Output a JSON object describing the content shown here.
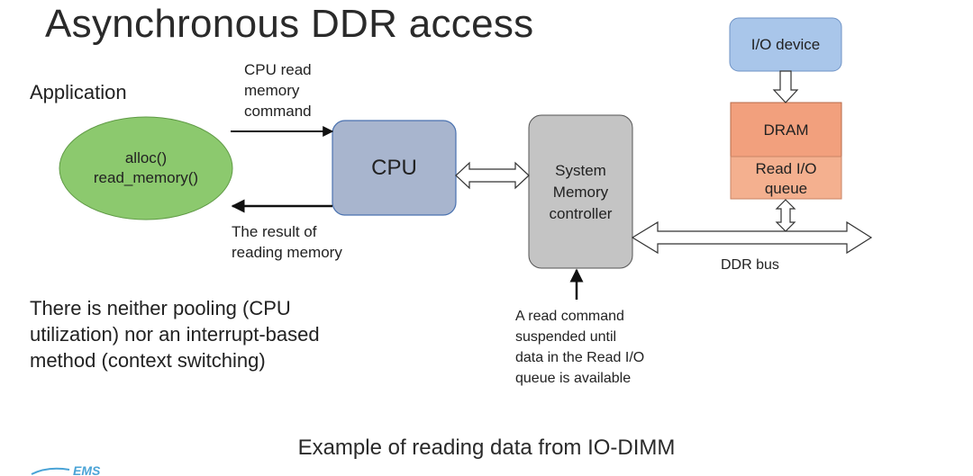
{
  "title": "Asynchronous DDR access",
  "application_label": "Application",
  "app_functions": "alloc()\nread_memory()",
  "cpu_read_command": "CPU read\nmemory\ncommand",
  "read_result": "The result of\nreading memory",
  "cpu": "CPU",
  "memory_controller": "System\nMemory\ncontroller",
  "io_device": "I/O device",
  "dram": "DRAM",
  "read_io_queue": "Read I/O\nqueue",
  "ddr_bus": "DDR bus",
  "note": "There is neither pooling (CPU\nutilization) nor an interrupt-based\nmethod (context switching)",
  "suspended_command": "A read command\nsuspended until\ndata in the Read I/O\nqueue is available",
  "caption": "Example of reading data from IO-DIMM",
  "logo_text": "EMS",
  "colors": {
    "app_fill": "#8cc96e",
    "cpu_fill": "#a8b5ce",
    "cpu_border": "#4a72b0",
    "controller_fill": "#c4c4c4",
    "io_device_fill": "#a9c6ea",
    "dram_fill": "#f2a07d",
    "logo": "#4aa3d6"
  }
}
